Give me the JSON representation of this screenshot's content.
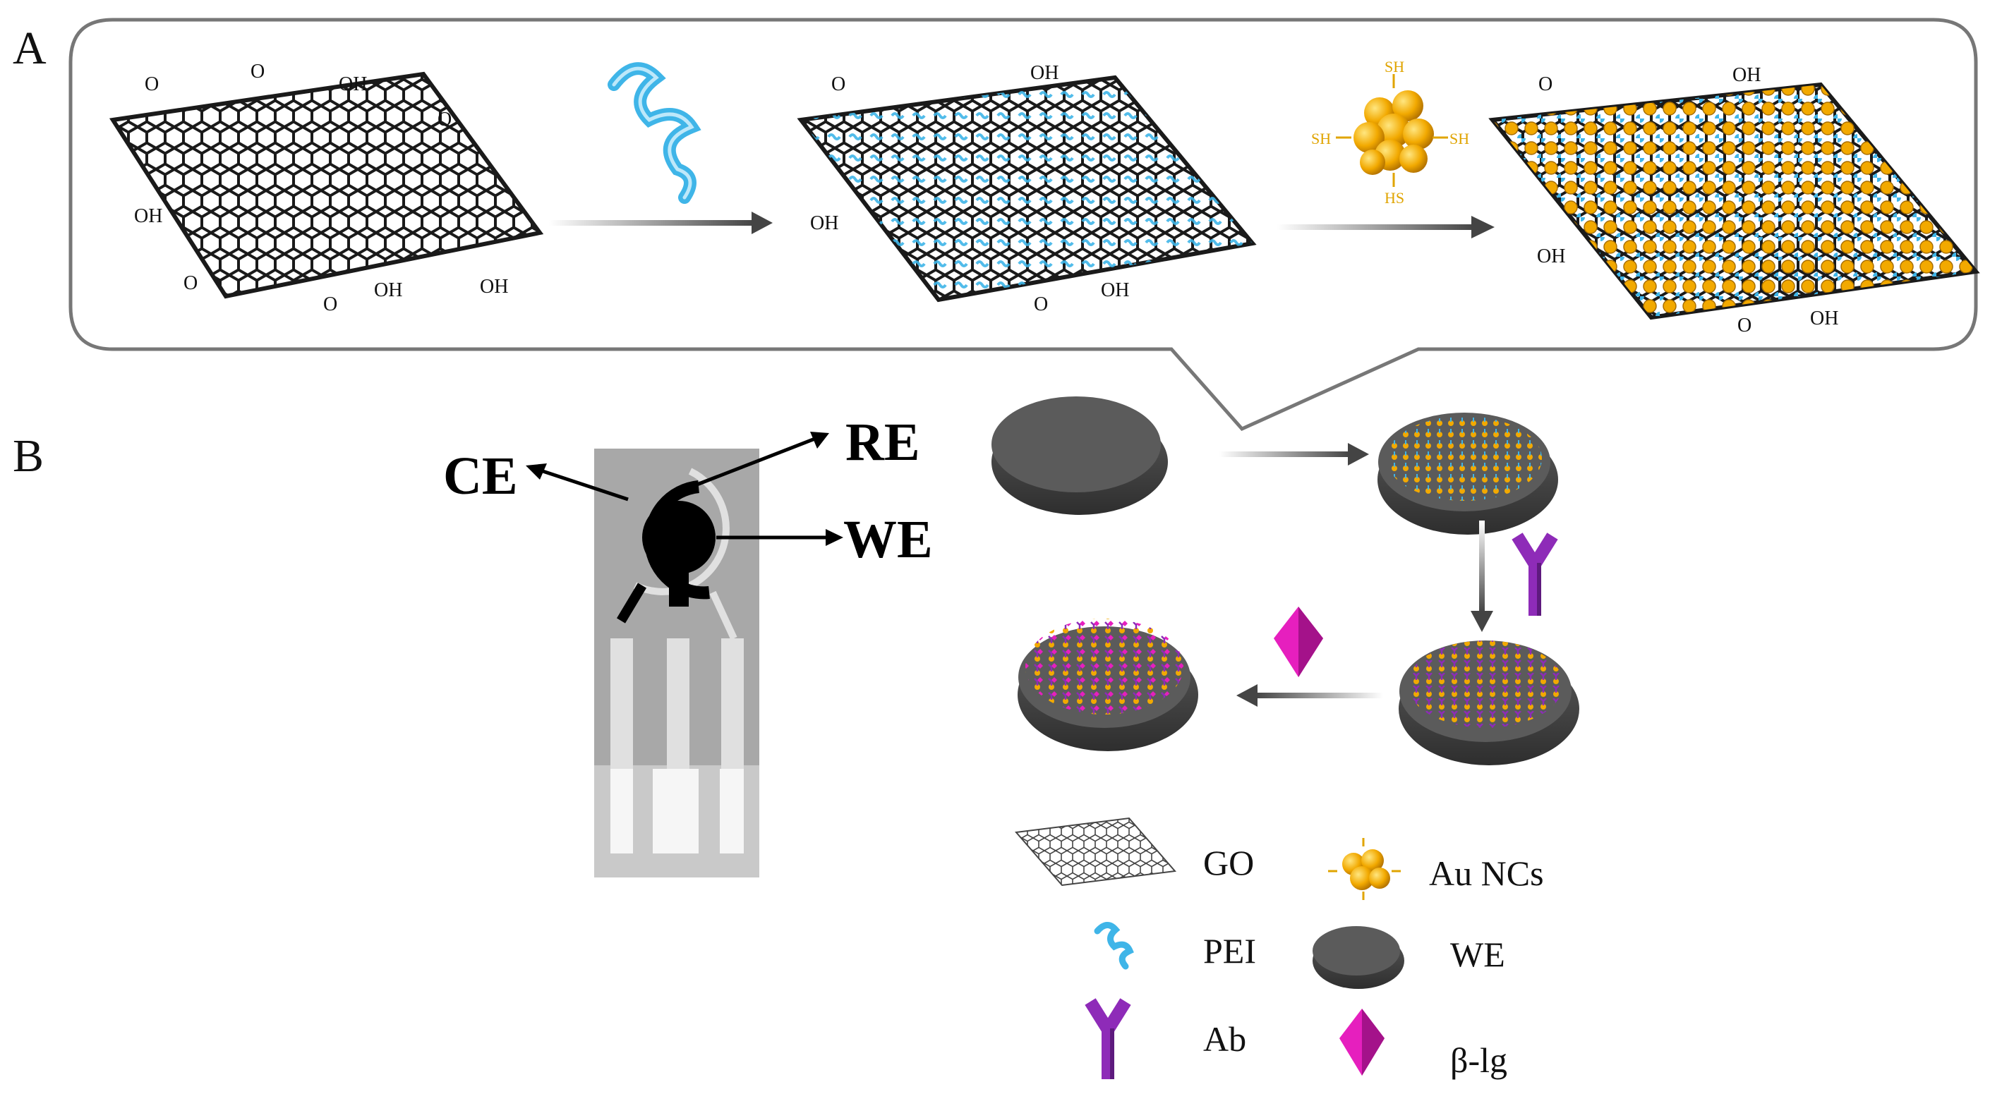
{
  "panels": {
    "a": "A",
    "b": "B"
  },
  "groups": {
    "oh": "OH",
    "o": "O",
    "sh": "SH",
    "hs": "HS"
  },
  "electrodes": {
    "ce": "CE",
    "re": "RE",
    "we": "WE"
  },
  "legend": {
    "go": "GO",
    "au_ncs": "Au NCs",
    "pei": "PEI",
    "we": "WE",
    "ab": "Ab",
    "blg": "β-lg"
  },
  "colors": {
    "graphene": "#1a1a1a",
    "pei": "#3fb5e8",
    "gold": "#f2a900",
    "antibody": "#8e2bb8",
    "antigen": "#e61fbe",
    "electrode_disc": "#4a4a4a",
    "sensor_strip": "#a8a8a8"
  }
}
